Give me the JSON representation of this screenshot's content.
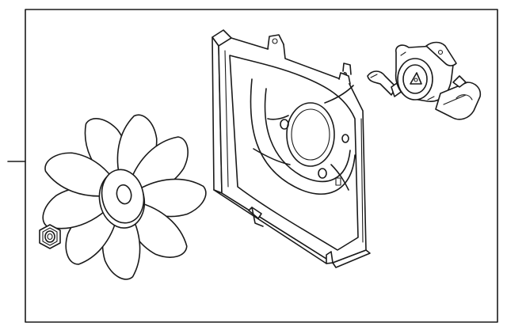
{
  "diagram": {
    "parts": [
      {
        "name": "fan-blade"
      },
      {
        "name": "fan-shroud"
      },
      {
        "name": "fan-motor"
      },
      {
        "name": "hex-nut"
      }
    ]
  }
}
